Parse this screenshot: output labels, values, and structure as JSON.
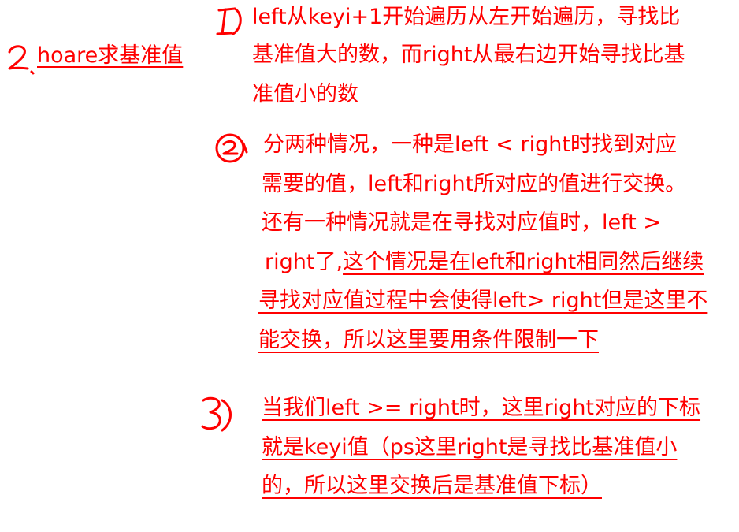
{
  "annotations": {
    "title": "hoare求基准值",
    "step1": {
      "lines": [
        "left从keyi+1开始遍历从左开始遍历，寻找比",
        "基准值大的数，而right从最右边开始寻找比基",
        "准值小的数"
      ]
    },
    "step2": {
      "lines": [
        "分两种情况，一种是left < right时找到对应",
        "需要的值，left和right所对应的值进行交换。",
        "还有一种情况就是在寻找对应值时，left >"
      ],
      "line4_plain": "right了,",
      "line4_underlined": "这个情况是在left和right相同然后继续",
      "underlined_lines": [
        "寻找对应值过程中会使得left> right但是这里不",
        "能交换，所以这里要用条件限制一下"
      ]
    },
    "step3": {
      "lines": [
        "当我们left >= right时，这里right对应的下标",
        "就是keyi值（ps这里right是寻找比基准值小",
        "的，所以这里交换后是基准值下标）"
      ]
    }
  },
  "colors": {
    "ink": "#ff0000",
    "background": "#ffffff"
  }
}
